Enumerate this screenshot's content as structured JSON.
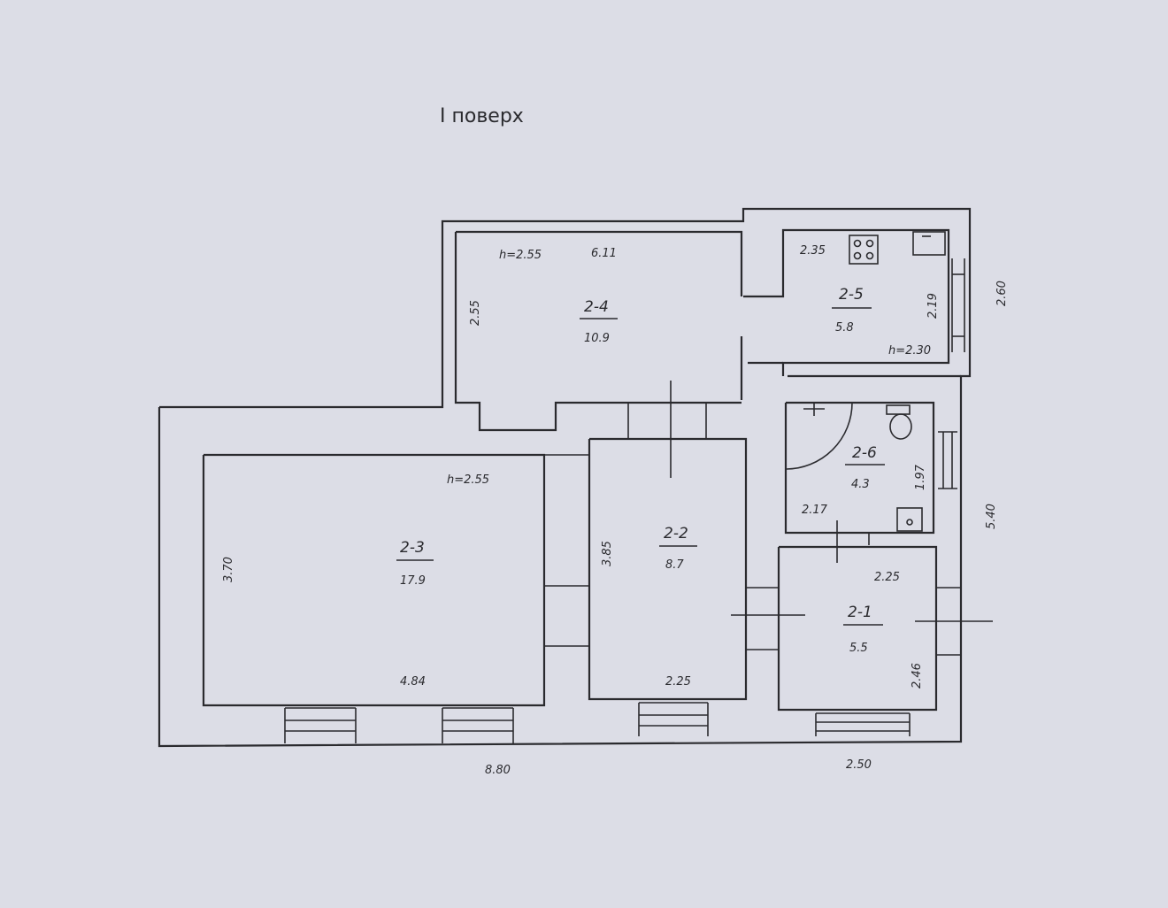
{
  "floor_title": "I поверх",
  "rooms": [
    {
      "id": "2-1",
      "area": "5.5"
    },
    {
      "id": "2-2",
      "area": "8.7"
    },
    {
      "id": "2-3",
      "area": "17.9"
    },
    {
      "id": "2-4",
      "area": "10.9"
    },
    {
      "id": "2-5",
      "area": "5.8"
    },
    {
      "id": "2-6",
      "area": "4.3"
    }
  ],
  "heights": {
    "room_2_4": "h=2.55",
    "room_2_3": "h=2.55",
    "room_2_5": "h=2.30"
  },
  "dimensions": {
    "r24_width": "6.11",
    "r24_depth": "2.55",
    "r25_width": "2.35",
    "r25_depth": "2.19",
    "r25_outer": "2.60",
    "r26_width": "2.17",
    "r26_depth": "1.97",
    "east_total": "5.40",
    "r21_width": "2.25",
    "r21_depth": "2.46",
    "r22_depth": "3.85",
    "r22_width": "2.25",
    "r23_depth": "3.70",
    "r23_width": "4.84",
    "overall_width": "8.80",
    "east_width": "2.50"
  }
}
